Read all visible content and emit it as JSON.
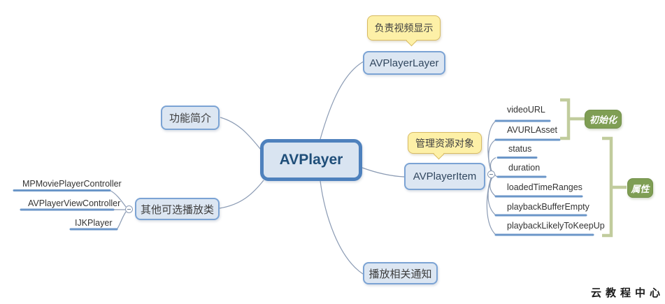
{
  "mindmap": {
    "root": {
      "label": "AVPlayer"
    },
    "layer": {
      "label": "AVPlayerLayer",
      "callout": "负责视频显示"
    },
    "intro": {
      "label": "功能简介"
    },
    "others": {
      "label": "其他可选播放类",
      "children": [
        {
          "label": "MPMoviePlayerController"
        },
        {
          "label": "AVPlayerViewController"
        },
        {
          "label": "IJKPlayer"
        }
      ]
    },
    "item": {
      "label": "AVPlayerItem",
      "callout": "管理资源对象",
      "children": [
        {
          "label": "videoURL"
        },
        {
          "label": "AVURLAsset"
        },
        {
          "label": "status"
        },
        {
          "label": "duration"
        },
        {
          "label": "loadedTimeRanges"
        },
        {
          "label": "playbackBufferEmpty"
        },
        {
          "label": "playbackLikelyToKeepUp"
        }
      ]
    },
    "notify": {
      "label": "播放相关通知"
    },
    "groups": {
      "init": {
        "label": "初始化"
      },
      "props": {
        "label": "属性"
      }
    },
    "watermark": "云教程中心",
    "colors": {
      "node_fill": "#dce6f2",
      "node_border": "#7ba3d4",
      "root_border": "#4e81bd",
      "root_text": "#1f4e79",
      "callout_fill": "#fdf0a7",
      "callout_border": "#d7ba62",
      "branch_line": "#8b9bb4",
      "underline": "#6b96c8",
      "group_fill": "#7f9e54",
      "bracket": "#c1cc9d"
    }
  }
}
